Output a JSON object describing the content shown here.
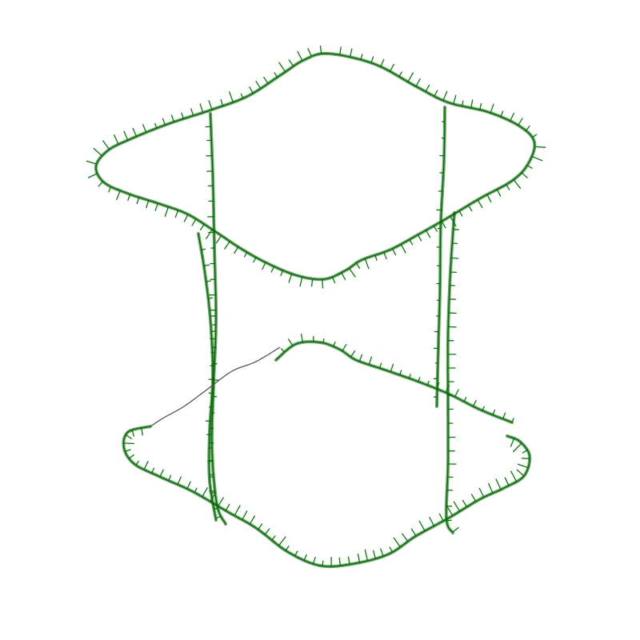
{
  "figure": {
    "colors": {
      "curve": "#1a7a1a",
      "curve_core": "#006400",
      "tick": "#008000",
      "untracked": "#555555",
      "background": "#ffffff"
    },
    "description_tags": [
      "wireframe-surface",
      "green-curves-with-normal-ticks",
      "gray-untracked-segment"
    ]
  }
}
